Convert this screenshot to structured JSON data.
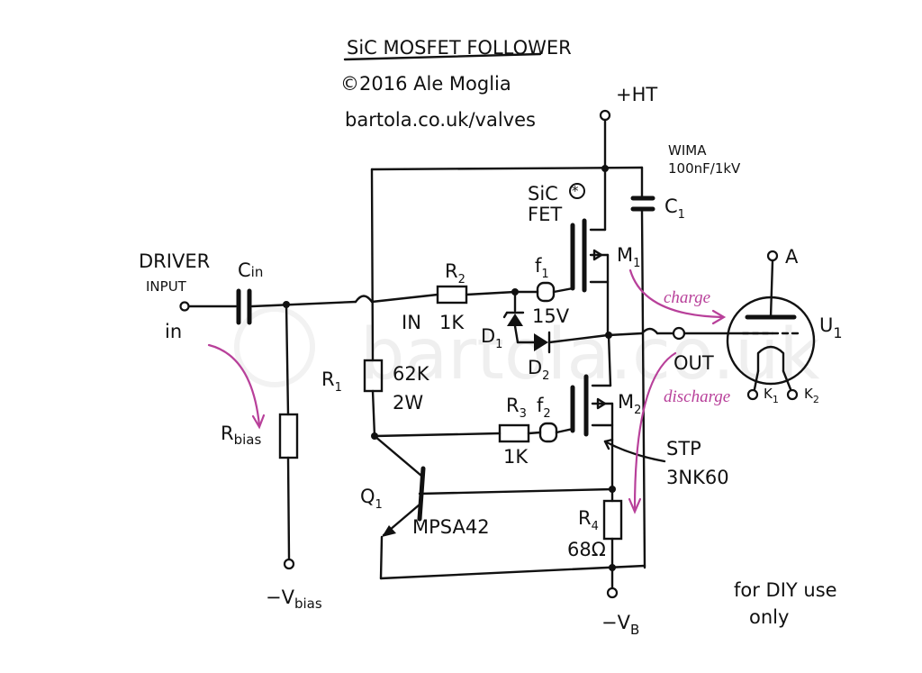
{
  "title": {
    "line1": "SiC MOSFET FOLLOWER",
    "line2": "©2016 Ale Moglia",
    "line3": "bartola.co.uk/valves"
  },
  "watermark": "bartola.co.uk",
  "labels": {
    "ht": "+HT",
    "wima": "WIMA",
    "wima_value": "100nF/1kV",
    "c1": "C",
    "c1_sub": "1",
    "sic": "SiC",
    "fet": "FET",
    "m1": "M",
    "m1_sub": "1",
    "driver": "DRIVER",
    "input": "INPUT",
    "in": "in",
    "cin": "C",
    "cin_sub": "in",
    "r2": "R",
    "r2_sub": "2",
    "r2_val": "1K",
    "f1": "f",
    "f1_sub": "1",
    "in_label": "IN",
    "d1": "D",
    "d1_sub": "1",
    "d1_val": "15V",
    "d2": "D",
    "d2_sub": "2",
    "r1": "R",
    "r1_sub": "1",
    "r1_val": "62K",
    "r1_pow": "2W",
    "rbias": "R",
    "rbias_sub": "bias",
    "r3": "R",
    "r3_sub": "3",
    "r3_val": "1K",
    "f2": "f",
    "f2_sub": "2",
    "m2": "M",
    "m2_sub": "2",
    "out": "OUT",
    "u1": "U",
    "u1_sub": "1",
    "a": "A",
    "k1": "K",
    "k1_sub": "1",
    "k2": "K",
    "k2_sub": "2",
    "stp": "STP",
    "stp_val": "3NK60",
    "q1": "Q",
    "q1_sub": "1",
    "q1_val": "MPSA42",
    "r4": "R",
    "r4_sub": "4",
    "r4_val": "68Ω",
    "vbias": "−V",
    "vbias_sub": "bias",
    "vb": "−V",
    "vb_sub": "B",
    "charge": "charge",
    "discharge": "discharge",
    "diy1": "for DIY use",
    "diy2": "only"
  },
  "colors": {
    "ink": "#111111",
    "annotation": "#b8409a"
  }
}
